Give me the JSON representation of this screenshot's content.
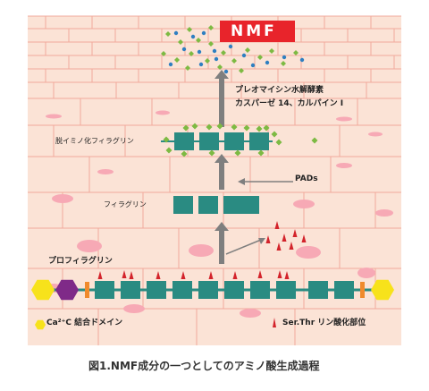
{
  "figure": {
    "nmf_label": "NMF",
    "enzymes_line1": "プレオマイシン水解酵素",
    "enzymes_line2": "カスパーゼ 14、カルパイン I",
    "deiminated_label": "脱イミノ化フィラグリン",
    "pads_label": "PADs",
    "filaggrin_label": "フィラグリン",
    "profilaggrin_label": "プロフィラグリン",
    "ca_domain_label": "Ca²⁺C 結合ドメイン",
    "phospho_label": "Ser.Thr リン酸化部位",
    "caption": "図1.NMF成分の一つとしてのアミノ酸生成過程"
  },
  "colors": {
    "background": "#fbe3d6",
    "cell_line": "#f2a99c",
    "nucleus": "#f7a9b5",
    "unit": "#2a8b82",
    "arrow": "#7f7f7f",
    "nmf_box": "#e8242b",
    "green_diamond": "#7dba43",
    "blue_dot": "#2f7fc1",
    "red_spike": "#d3232b",
    "yellow_hex": "#f7e21b",
    "purple_hex": "#7f2a88",
    "orange_linker": "#f08a2c"
  }
}
